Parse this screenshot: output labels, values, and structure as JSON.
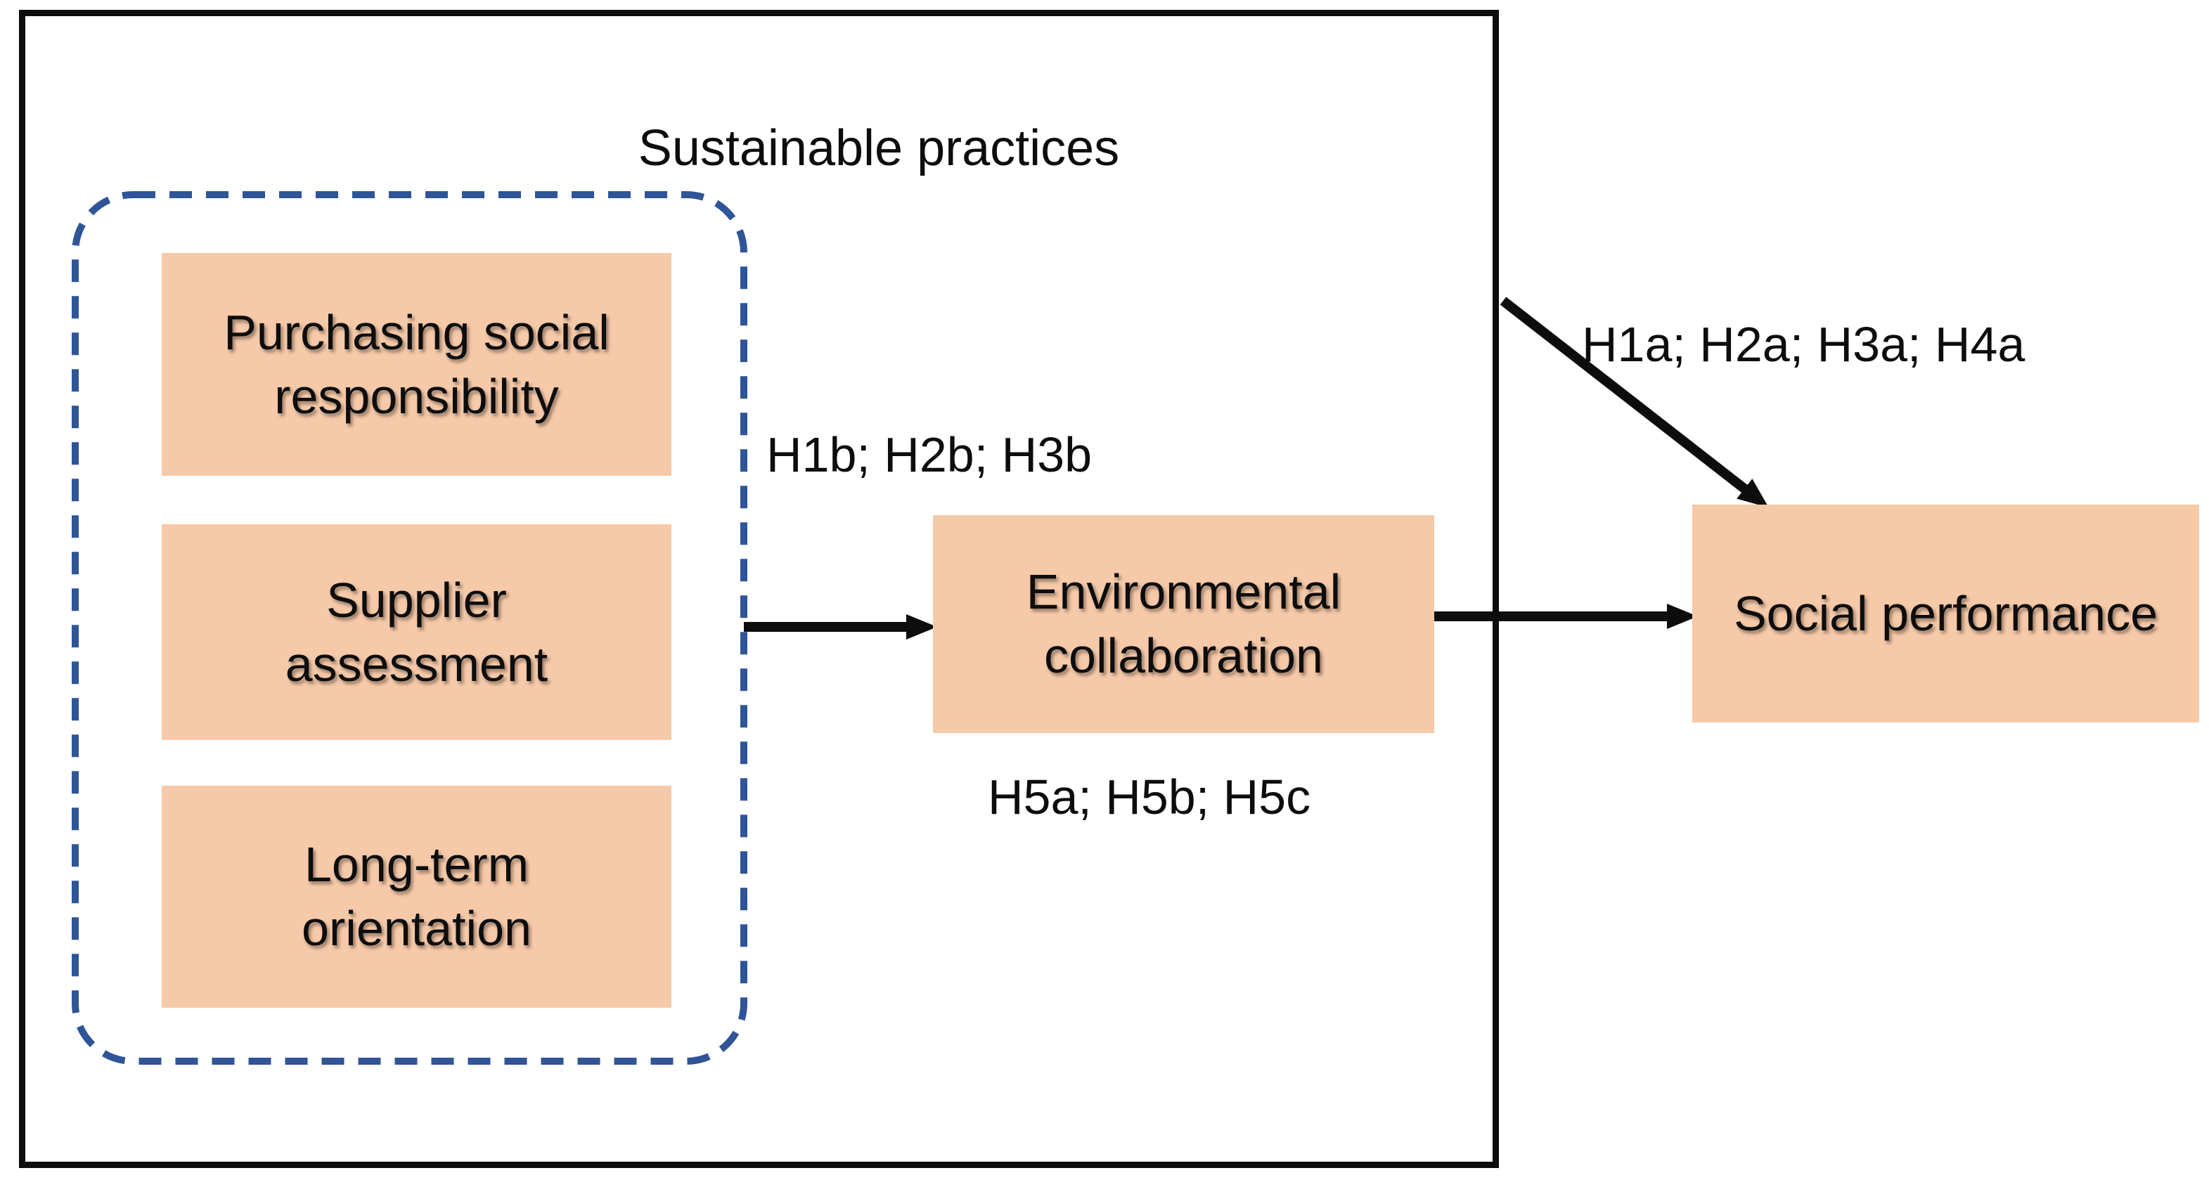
{
  "colors": {
    "canvas_bg": "#FFFFFF",
    "node_fill": "#F6C9A8",
    "group_dash": "#2F5597",
    "line": "#0D0D0D"
  },
  "title": "Sustainable practices",
  "nodes": {
    "purchasing": {
      "label": "Purchasing social responsibility",
      "lines": [
        "Purchasing social",
        "responsibility"
      ]
    },
    "supplier": {
      "label": "Supplier assessment",
      "lines": [
        "Supplier",
        "assessment"
      ]
    },
    "longterm": {
      "label": "Long-term orientation",
      "lines": [
        "Long-term",
        "orientation"
      ]
    },
    "environmental": {
      "label": "Environmental collaboration",
      "lines": [
        "Environmental",
        "collaboration"
      ]
    },
    "social": {
      "label": "Social performance",
      "lines": [
        "Social performance"
      ]
    }
  },
  "hypothesis_labels": {
    "social_direct": "H1a; H2a; H3a; H4a",
    "env_path": "H1b; H2b; H3b",
    "mediation": "H5a; H5b; H5c"
  }
}
